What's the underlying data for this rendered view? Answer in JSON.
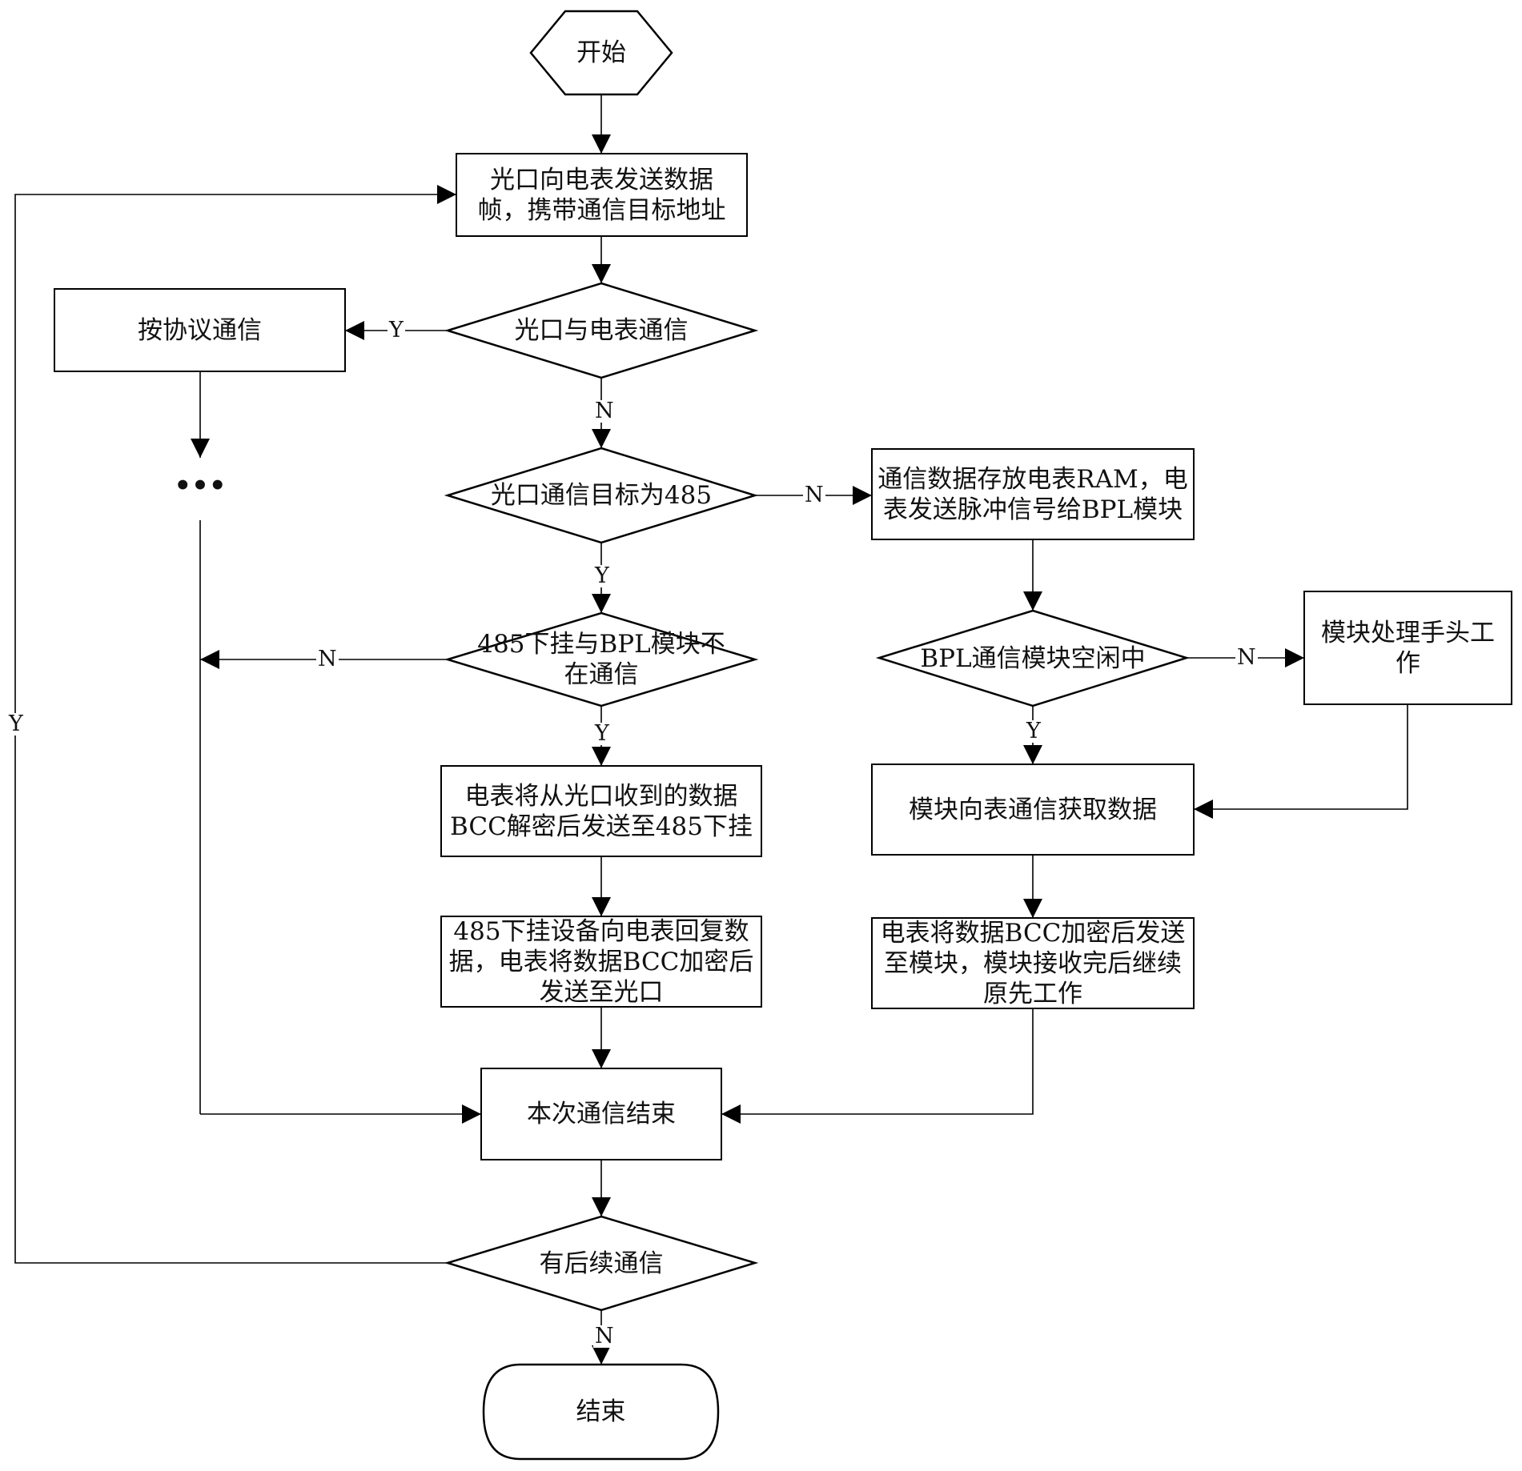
{
  "flowchart": {
    "nodes": {
      "start": {
        "label": "开始",
        "shape": "hexagon"
      },
      "send_frame": {
        "label": "光口向电表发送数据帧，携带通信目标地址",
        "shape": "process"
      },
      "dec_optical_meter": {
        "label": "光口与电表通信",
        "shape": "decision"
      },
      "protocol_comm": {
        "label": "按协议通信",
        "shape": "process"
      },
      "ellipsis": {
        "label": "•••",
        "shape": "ellipsis"
      },
      "dec_target_485": {
        "label": "光口通信目标为485",
        "shape": "decision"
      },
      "store_ram": {
        "label": "通信数据存放电表RAM，电表发送脉冲信号给BPL模块",
        "shape": "process"
      },
      "dec_485_bpl": {
        "label": "485下挂与BPL模块不在通信",
        "shape": "decision"
      },
      "dec_bpl_idle": {
        "label": "BPL通信模块空闲中",
        "shape": "decision"
      },
      "module_busy": {
        "label": "模块处理手头工作",
        "shape": "process"
      },
      "decrypt_send_485": {
        "label": "电表将从光口收到的数据BCC解密后发送至485下挂",
        "shape": "process"
      },
      "module_fetch": {
        "label": "模块向表通信获取数据",
        "shape": "process"
      },
      "device_reply": {
        "label": "485下挂设备向电表回复数据，电表将数据BCC加密后发送至光口",
        "shape": "process"
      },
      "encrypt_send_module": {
        "label": "电表将数据BCC加密后发送至模块，模块接收完后继续原先工作",
        "shape": "process"
      },
      "comm_end": {
        "label": "本次通信结束",
        "shape": "process"
      },
      "dec_more_comm": {
        "label": "有后续通信",
        "shape": "decision"
      },
      "end": {
        "label": "结束",
        "shape": "terminal"
      }
    },
    "edges": [
      {
        "from": "start",
        "to": "send_frame",
        "label": ""
      },
      {
        "from": "send_frame",
        "to": "dec_optical_meter",
        "label": ""
      },
      {
        "from": "dec_optical_meter",
        "to": "protocol_comm",
        "label": "Y"
      },
      {
        "from": "dec_optical_meter",
        "to": "dec_target_485",
        "label": "N"
      },
      {
        "from": "protocol_comm",
        "to": "ellipsis",
        "label": ""
      },
      {
        "from": "dec_target_485",
        "to": "store_ram",
        "label": "N"
      },
      {
        "from": "dec_target_485",
        "to": "dec_485_bpl",
        "label": "Y"
      },
      {
        "from": "dec_485_bpl",
        "to": "comm_end",
        "label": "N"
      },
      {
        "from": "dec_485_bpl",
        "to": "decrypt_send_485",
        "label": "Y"
      },
      {
        "from": "store_ram",
        "to": "dec_bpl_idle",
        "label": ""
      },
      {
        "from": "dec_bpl_idle",
        "to": "module_busy",
        "label": "N"
      },
      {
        "from": "dec_bpl_idle",
        "to": "module_fetch",
        "label": "Y"
      },
      {
        "from": "module_busy",
        "to": "module_fetch",
        "label": ""
      },
      {
        "from": "decrypt_send_485",
        "to": "device_reply",
        "label": ""
      },
      {
        "from": "module_fetch",
        "to": "encrypt_send_module",
        "label": ""
      },
      {
        "from": "device_reply",
        "to": "comm_end",
        "label": ""
      },
      {
        "from": "encrypt_send_module",
        "to": "comm_end",
        "label": ""
      },
      {
        "from": "comm_end",
        "to": "dec_more_comm",
        "label": ""
      },
      {
        "from": "dec_more_comm",
        "to": "send_frame",
        "label": "Y"
      },
      {
        "from": "dec_more_comm",
        "to": "end",
        "label": "N"
      }
    ]
  },
  "edge_labels": {
    "y1": "Y",
    "n1": "N",
    "n2": "N",
    "y2": "Y",
    "n3": "N",
    "y3": "Y",
    "n4": "N",
    "y4": "Y",
    "y_loop": "Y",
    "n_end": "N"
  }
}
